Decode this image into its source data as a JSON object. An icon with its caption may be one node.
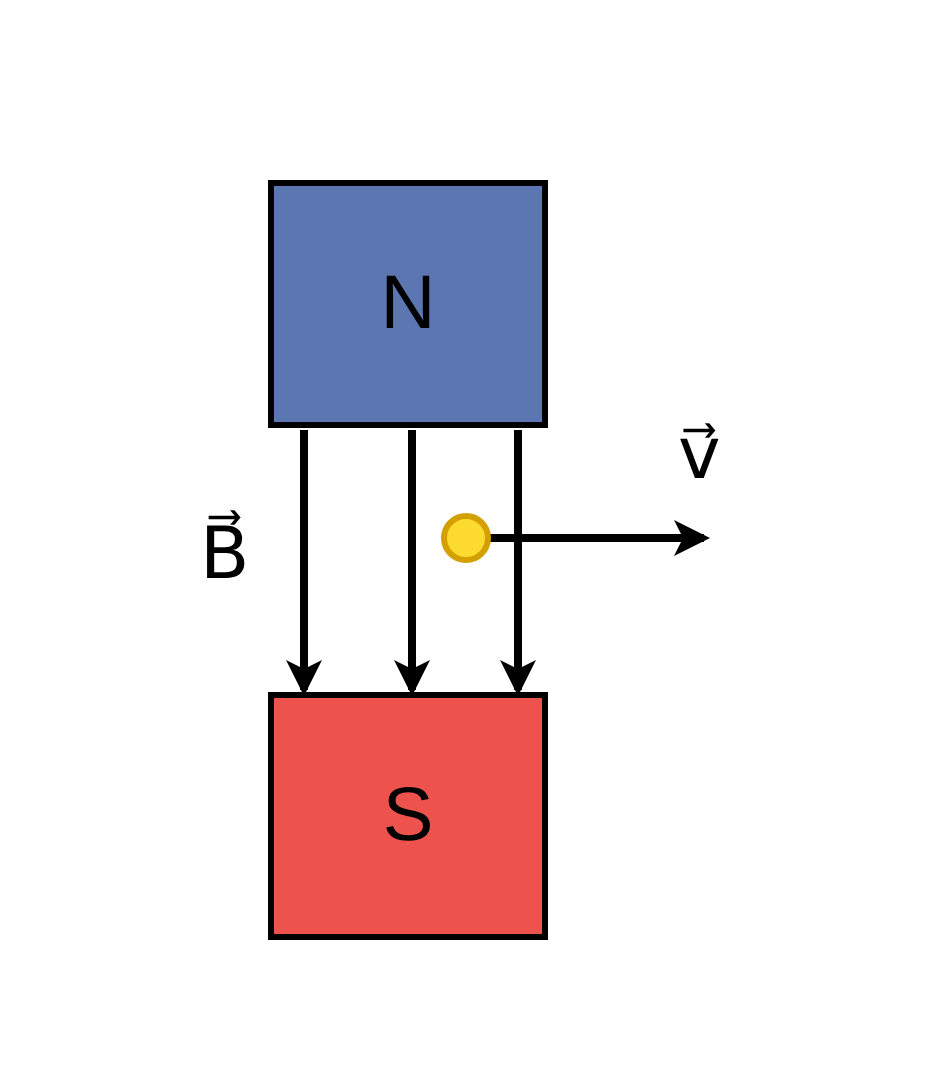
{
  "diagram": {
    "nodes": [
      {
        "text": [
          "N"
        ]
      },
      {
        "text": [
          "S"
        ]
      }
    ],
    "edges": [
      {
        "from": 0,
        "to": 1,
        "arrow": "to"
      },
      {
        "from": 0,
        "to": 1,
        "arrow": "to"
      },
      {
        "from": 0,
        "to": 1,
        "arrow": "to"
      }
    ],
    "labels": [
      "B⃗",
      "v⃗"
    ]
  }
}
